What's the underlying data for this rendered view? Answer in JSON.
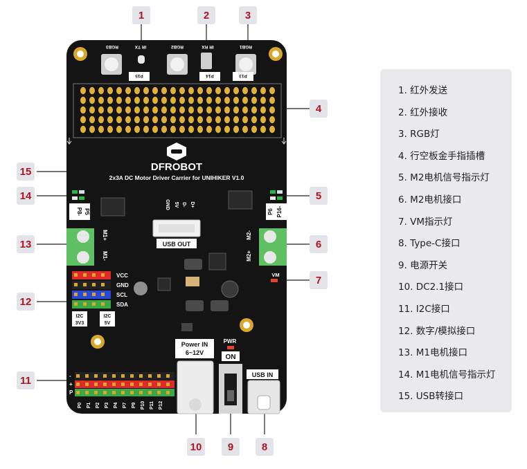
{
  "board": {
    "brand": "DFROBOT",
    "subtitle": "2x3A DC Motor Driver Carrier for UNIHIKER V1.0",
    "top_labels": [
      "RGB3",
      "IR TX",
      "RGB2",
      "IR RX",
      "RGB1"
    ],
    "pin_refs": [
      "P15",
      "P14",
      "P13"
    ],
    "usb_out_label": "USB OUT",
    "usb_out_pins": [
      "GND",
      "5V",
      "D-",
      "D+"
    ],
    "p8": "P8-",
    "p5": "P5",
    "p6": "P6",
    "p16": "P16-",
    "m1_plus": "M1+",
    "m1_minus": "M1-",
    "m2_plus": "M2+",
    "m2_minus": "M2-",
    "vm": "VM",
    "i2c_pins": [
      "VCC",
      "GND",
      "SCL",
      "SDA"
    ],
    "i2c_3v3": [
      "I2C",
      "3V3"
    ],
    "i2c_5v": [
      "I2C",
      "5V"
    ],
    "power_in": [
      "Power IN",
      "6~12V"
    ],
    "pwr": "PWR",
    "on": "ON",
    "usb_in": "USB IN",
    "rail_minus": "-",
    "rail_plus": "+",
    "rail_p": "P",
    "gpio": [
      "P0",
      "P1",
      "P2",
      "P3",
      "P4",
      "P7",
      "P9",
      "P10",
      "P11",
      "P12"
    ]
  },
  "callouts": [
    "1",
    "2",
    "3",
    "4",
    "5",
    "6",
    "7",
    "8",
    "9",
    "10",
    "11",
    "12",
    "13",
    "14",
    "15"
  ],
  "legend": [
    "1.  红外发送",
    "2.  红外接收",
    "3.  RGB灯",
    "4.  行空板金手指插槽",
    "5.  M2电机信号指示灯",
    "6.  M2电机接口",
    "7.  VM指示灯",
    "8.  Type-C接口",
    "9.  电源开关",
    "10. DC2.1接口",
    "11. I2C接口",
    "12. 数字/模拟接口",
    "13. M1电机接口",
    "14. M1电机信号指示灯",
    "15. USB转接口"
  ],
  "colors": {
    "board": "#141414",
    "accent": "#b0141e",
    "terminal": "#5fbf63",
    "panel": "#e9e9ee"
  }
}
